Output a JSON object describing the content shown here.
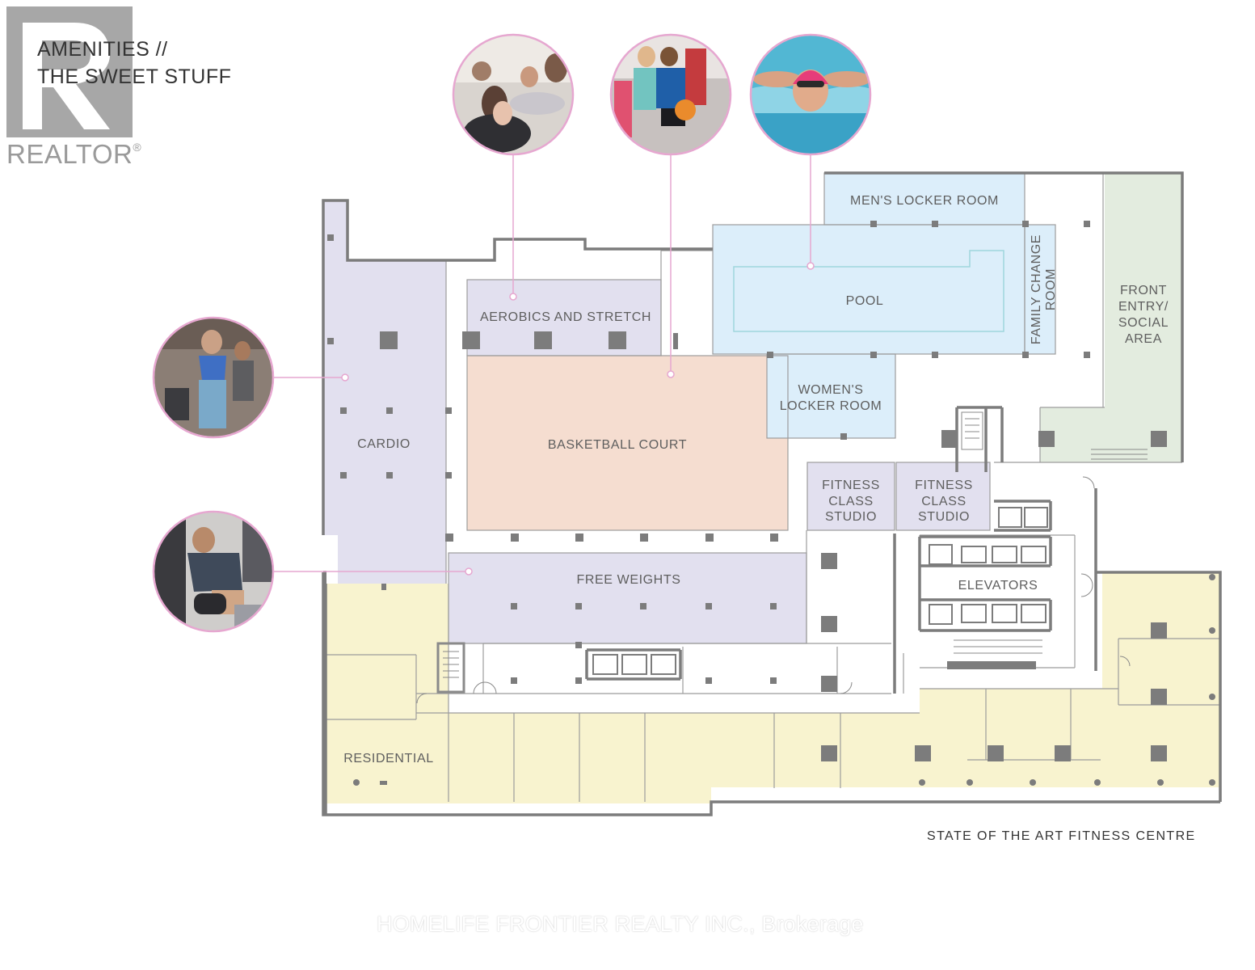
{
  "heading": {
    "line1": "AMENITIES //",
    "line2": "THE SWEET STUFF"
  },
  "logo": {
    "text": "REALTOR",
    "mark": "®"
  },
  "rooms": {
    "mens_locker": "MEN'S LOCKER ROOM",
    "pool": "POOL",
    "family_change_1": "FAMILY CHANGE",
    "family_change_2": "ROOM",
    "front_entry_1": "FRONT",
    "front_entry_2": "ENTRY/",
    "front_entry_3": "SOCIAL",
    "front_entry_4": "AREA",
    "aerobics": "AEROBICS AND STRETCH",
    "womens_locker_1": "WOMEN'S",
    "womens_locker_2": "LOCKER ROOM",
    "cardio": "CARDIO",
    "basketball": "BASKETBALL COURT",
    "fitness_studio_a_1": "FITNESS",
    "fitness_studio_a_2": "CLASS",
    "fitness_studio_a_3": "STUDIO",
    "fitness_studio_b_1": "FITNESS",
    "fitness_studio_b_2": "CLASS",
    "fitness_studio_b_3": "STUDIO",
    "elevators": "ELEVATORS",
    "free_weights": "FREE WEIGHTS",
    "residential": "RESIDENTIAL"
  },
  "caption": "STATE OF THE ART FITNESS CENTRE",
  "watermark": "HOMELIFE FRONTIER REALTY INC., Brokerage",
  "colors": {
    "fitness": "#e2e0ef",
    "aquatic": "#dceefa",
    "court": "#f5ddd0",
    "residential": "#f8f3cf",
    "entry": "#e3ecdf",
    "wall": "#7c7c7c",
    "callout": "#e6a7d0"
  },
  "photos": [
    {
      "name": "aerobics-photo",
      "subject": "class doing core exercises"
    },
    {
      "name": "basketball-photo",
      "subject": "kids playing basketball"
    },
    {
      "name": "swimmer-photo",
      "subject": "swimmer in pink cap"
    },
    {
      "name": "cardio-photo",
      "subject": "woman on treadmill"
    },
    {
      "name": "weights-photo",
      "subject": "man lifting dumbbell"
    }
  ]
}
